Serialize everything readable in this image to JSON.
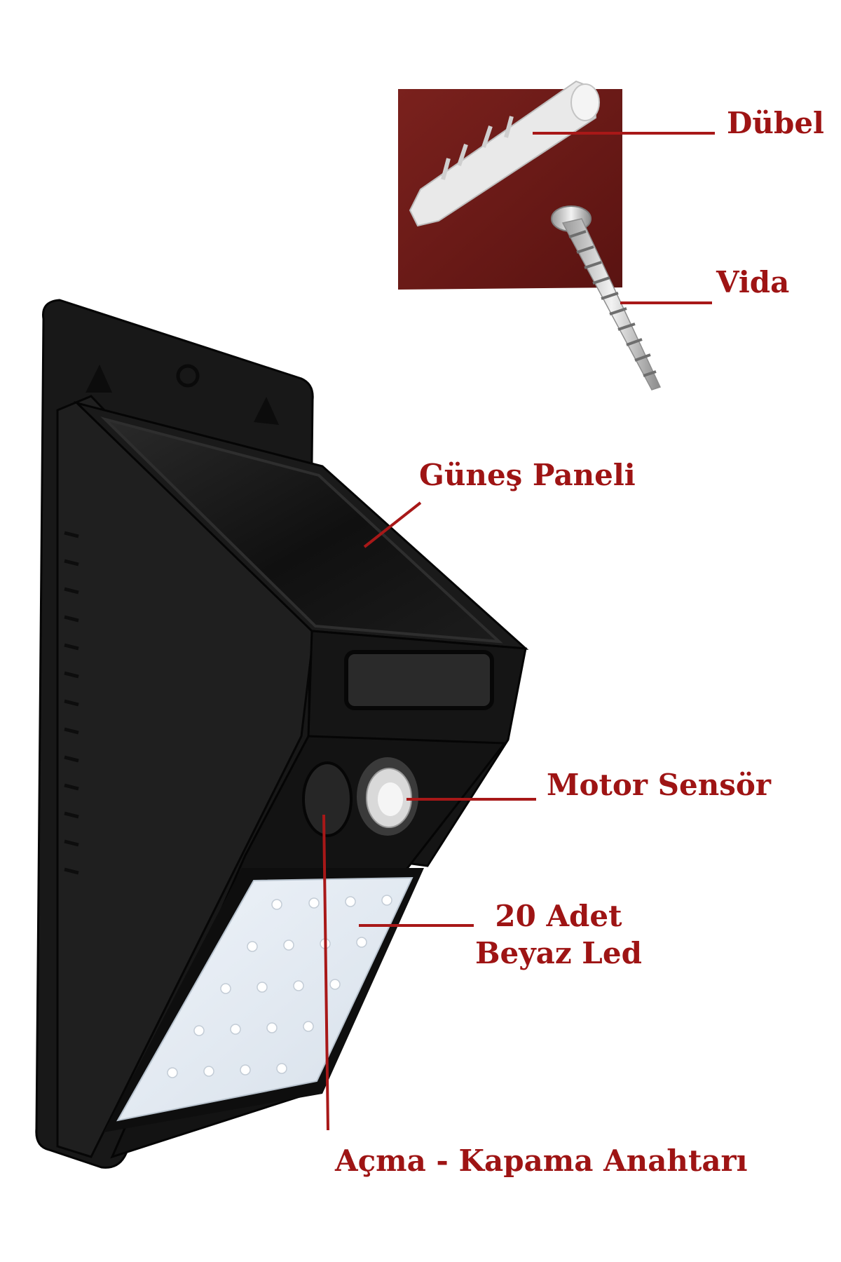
{
  "colors": {
    "label": "#9e1414",
    "leader_line": "#a81818",
    "mount_plate": "#6e1a17",
    "body": "#141414"
  },
  "callouts": {
    "dubel": "Dübel",
    "vida": "Vida",
    "solar_panel": "Güneş Paneli",
    "motion_sensor": "Motor Sensör",
    "led_line1": "20 Adet",
    "led_line2": "Beyaz Led",
    "switch": "Açma - Kapama Anahtarı"
  }
}
